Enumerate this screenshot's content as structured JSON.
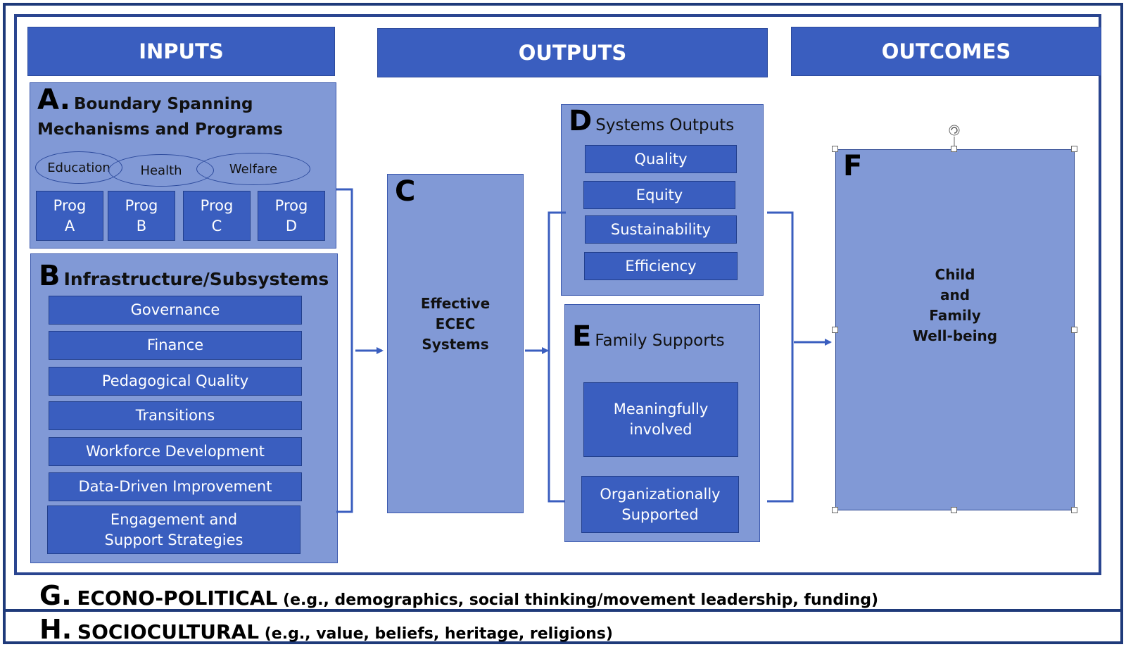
{
  "headers": {
    "inputs": "INPUTS",
    "outputs": "OUTPUTS",
    "outcomes": "OUTCOMES"
  },
  "section_a": {
    "letter": "A.",
    "title_line1": "Boundary Spanning",
    "title_line2": "Mechanisms and Programs",
    "domains": [
      "Education",
      "Health",
      "Welfare"
    ],
    "programs": [
      {
        "line1": "Prog",
        "line2": "A"
      },
      {
        "line1": "Prog",
        "line2": "B"
      },
      {
        "line1": "Prog",
        "line2": "C"
      },
      {
        "line1": "Prog",
        "line2": "D"
      }
    ]
  },
  "section_b": {
    "letter": "B",
    "title": "Infrastructure/Subsystems",
    "items": [
      "Governance",
      "Finance",
      "Pedagogical Quality",
      "Transitions",
      "Workforce Development",
      "Data-Driven Improvement",
      "Engagement and Support Strategies"
    ]
  },
  "section_c": {
    "letter": "C",
    "label_lines": [
      "Effective",
      "ECEC",
      "Systems"
    ]
  },
  "section_d": {
    "letter": "D",
    "title": "Systems Outputs",
    "items": [
      "Quality",
      "Equity",
      "Sustainability",
      "Efficiency"
    ]
  },
  "section_e": {
    "letter": "E",
    "title": "Family Supports",
    "items": [
      {
        "line1": "Meaningfully",
        "line2": "involved"
      },
      {
        "line1": "Organizationally",
        "line2": "Supported"
      }
    ]
  },
  "section_f": {
    "letter": "F",
    "label_lines": [
      "Child",
      "and",
      "Family",
      "Well-being"
    ]
  },
  "footer": {
    "g": {
      "letter": "G.",
      "title": "ECONO-POLITICAL",
      "detail": "(e.g., demographics, social thinking/movement leadership, funding)"
    },
    "h": {
      "letter": "H.",
      "title": "SOCIOCULTURAL",
      "detail": "(e.g., value, beliefs, heritage, religions)"
    }
  },
  "colors": {
    "dark_box": "#3a5ebf",
    "panel": "#8199d6",
    "frame": "#1f3a7a"
  }
}
